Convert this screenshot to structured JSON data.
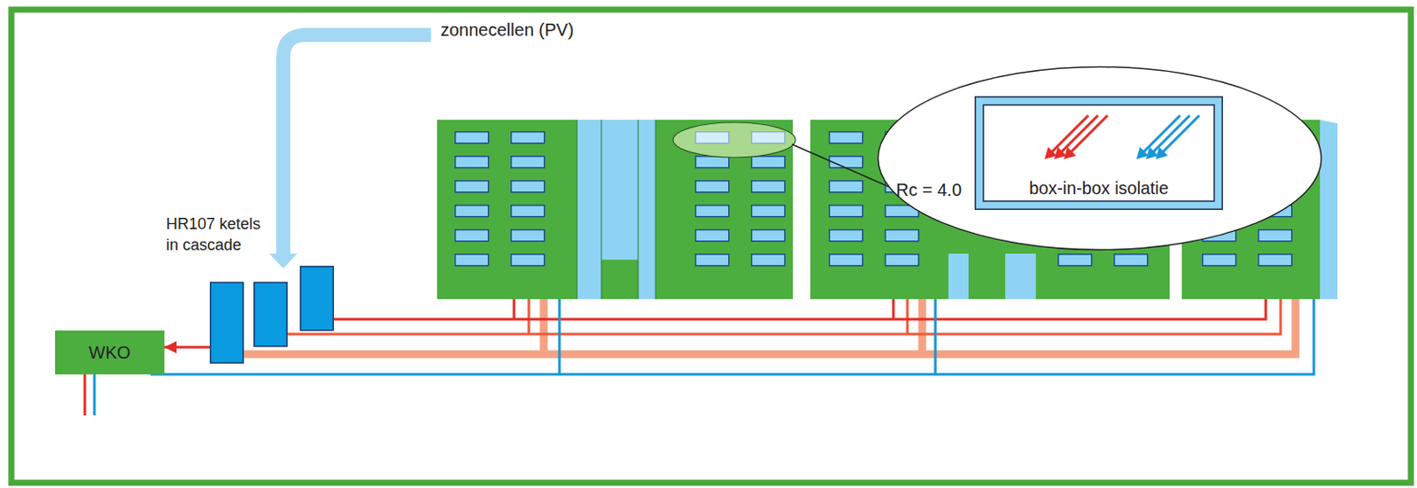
{
  "diagram": {
    "nodes": [
      {
        "text": [
          "HR107 ketels in cascade"
        ]
      },
      {
        "text": [
          "WKO"
        ]
      },
      {
        "text": [
          "Rc = 4.0"
        ]
      },
      {
        "text": [
          "box-in-box isolatie"
        ],
        "in": 2
      }
    ],
    "edges": [
      {
        "from": 0,
        "to": 1,
        "arrow": "to"
      }
    ],
    "labels": [
      "zonnecellen (PV)"
    ]
  }
}
